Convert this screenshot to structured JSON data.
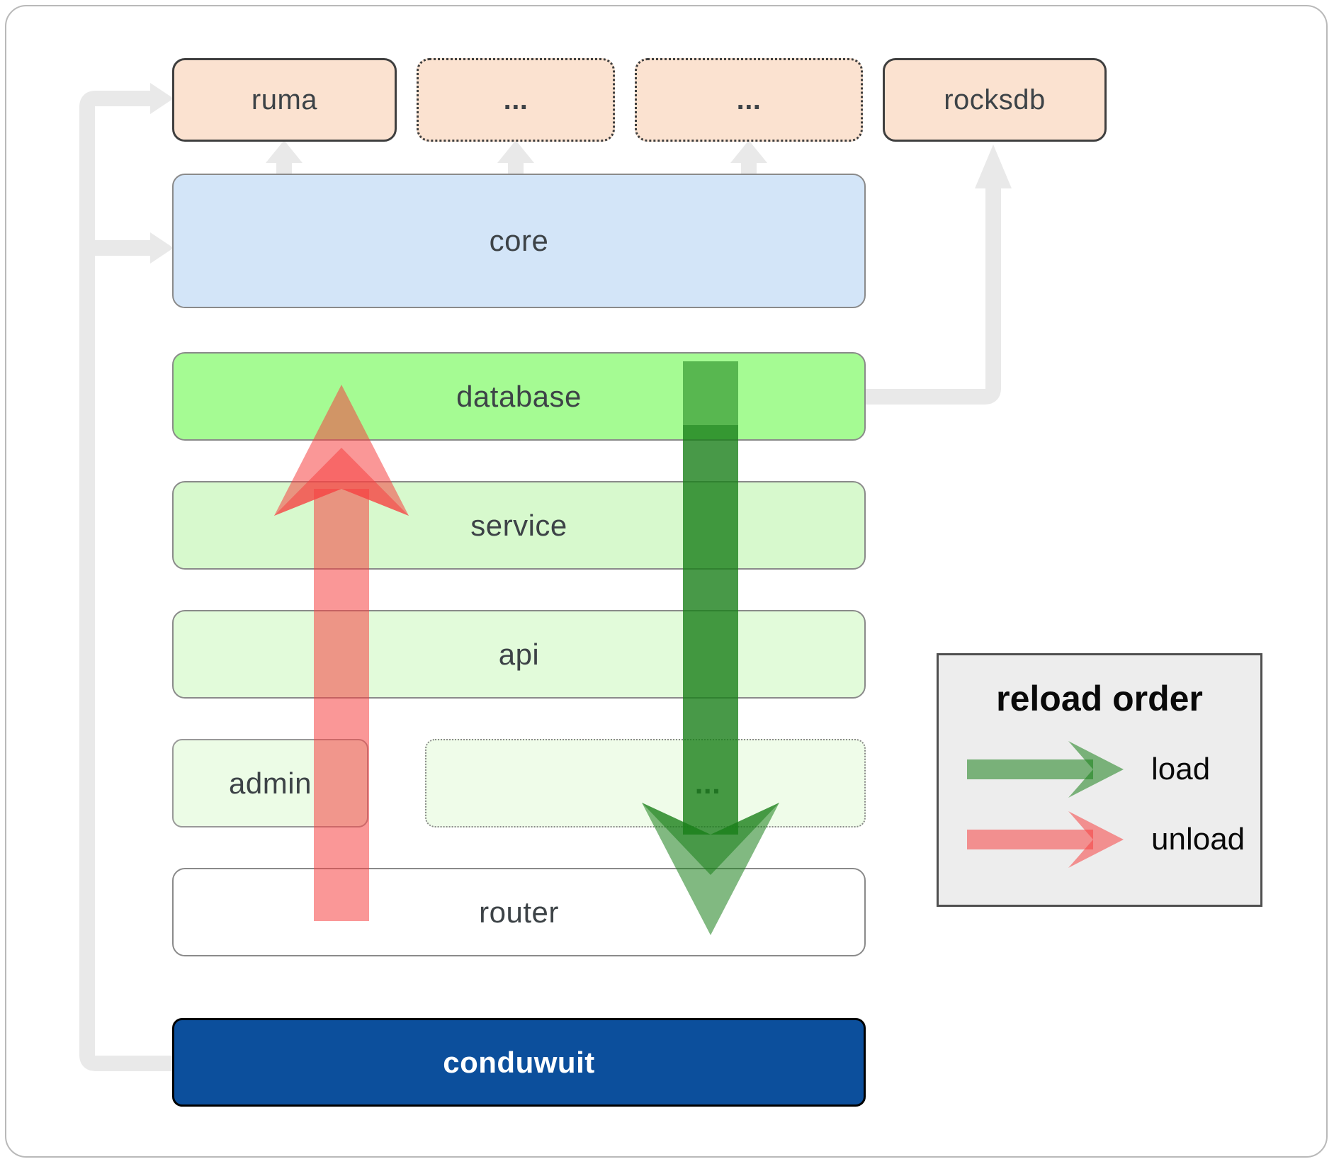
{
  "nodes": {
    "ruma": {
      "label": "ruma"
    },
    "dep_more_1": {
      "label": "..."
    },
    "dep_more_2": {
      "label": "..."
    },
    "rocksdb": {
      "label": "rocksdb"
    },
    "core": {
      "label": "core"
    },
    "database": {
      "label": "database"
    },
    "service": {
      "label": "service"
    },
    "api": {
      "label": "api"
    },
    "admin": {
      "label": "admin"
    },
    "service_more": {
      "label": "..."
    },
    "router": {
      "label": "router"
    },
    "conduwuit": {
      "label": "conduwuit"
    }
  },
  "legend": {
    "title": "reload order",
    "items": [
      {
        "label": "load",
        "color": "green"
      },
      {
        "label": "unload",
        "color": "red"
      }
    ]
  },
  "colors": {
    "load_arrow": "rgba(25,128,25,0.55)",
    "unload_arrow": "rgba(245,65,65,0.55)",
    "connector": "#e9e9e9",
    "external_bg": "#fbe2d0",
    "core_bg": "#d3e5f8",
    "database_bg": "#a5fb93",
    "service_bg": "#d7f9cd",
    "api_bg": "#e2fbda",
    "admin_bg": "#ecfce6",
    "router_bg": "#ffffff",
    "conduwuit_bg": "#0c4f9c",
    "legend_bg": "#ededed"
  }
}
